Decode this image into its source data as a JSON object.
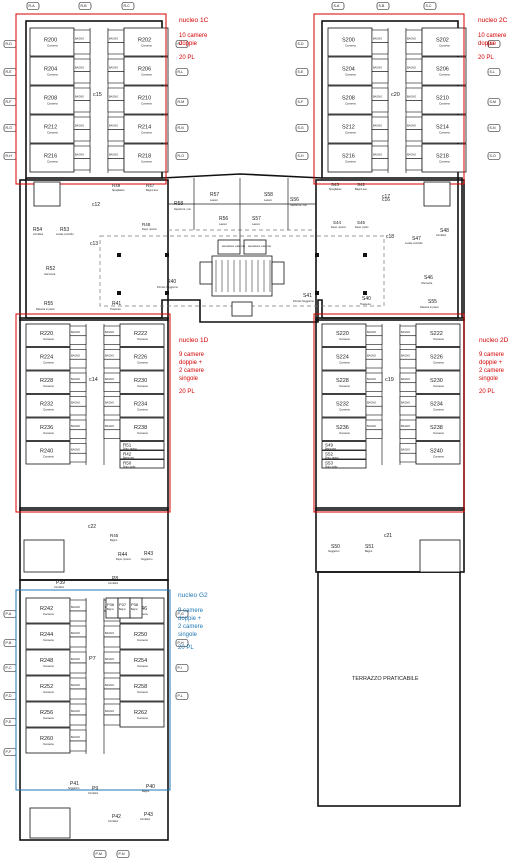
{
  "nuclei": {
    "c1": {
      "name": "nucleo 1C",
      "line1": "10 camere",
      "line2": "doppie",
      "beds": "20 PL"
    },
    "c2": {
      "name": "nucleo 2C",
      "line1": "10 camere",
      "line2": "doppie",
      "beds": "20 PL"
    },
    "d1": {
      "name": "nucleo 1D",
      "line1": "9 camere",
      "line2": "doppie +",
      "line3": "2 camere",
      "line4": "singole",
      "beds": "20 PL"
    },
    "d2": {
      "name": "nucleo 2D",
      "line1": "9 camere",
      "line2": "doppie +",
      "line3": "2 camere",
      "line4": "singole",
      "beds": "20 PL"
    },
    "g2": {
      "name": "nucleo G2",
      "line1": "9 camere",
      "line2": "doppie +",
      "line3": "2 camere",
      "line4": "singole",
      "beds": "20 PL"
    }
  },
  "room_sub": "Camera",
  "bath_label": "BAGNO",
  "terrace": "TERRAZZO PRATICABILE",
  "wing_c1": {
    "left": [
      "R200",
      "R204",
      "R208",
      "R212",
      "R216"
    ],
    "right": [
      "R202",
      "R206",
      "R210",
      "R214",
      "R218"
    ],
    "corridor": "c15"
  },
  "wing_c2": {
    "left": [
      "S200",
      "S204",
      "S208",
      "S212",
      "S216"
    ],
    "right": [
      "S202",
      "S206",
      "S210",
      "S214",
      "S218"
    ],
    "corridor": "c20"
  },
  "wing_d1": {
    "left": [
      "R220",
      "R224",
      "R228",
      "R232",
      "R236",
      "R240"
    ],
    "right": [
      "R222",
      "R226",
      "R230",
      "R234",
      "R238"
    ],
    "corridor": "c14",
    "extra": [
      {
        "code": "R51",
        "sub": "Depo. sporco"
      },
      {
        "code": "R42",
        "sub": "Bagno ass."
      },
      {
        "code": "R50",
        "sub": "Depo. pulito"
      }
    ]
  },
  "wing_d2": {
    "left": [
      "S220",
      "S224",
      "S228",
      "S232",
      "S236"
    ],
    "right": [
      "S222",
      "S226",
      "S230",
      "S234",
      "S238",
      "S240"
    ],
    "corridor": "c19",
    "extra": [
      {
        "code": "S49",
        "sub": "Bagno ass."
      },
      {
        "code": "S52",
        "sub": "Depo. sporco"
      },
      {
        "code": "S53",
        "sub": "Depo. pulito"
      }
    ]
  },
  "wing_g2": {
    "left": [
      "R242",
      "R244",
      "R248",
      "R252",
      "R256",
      "R260"
    ],
    "right": [
      "R246",
      "R250",
      "R254",
      "R258",
      "R262"
    ],
    "corridor": "P7",
    "top": [
      {
        "code": "P36",
        "sub": "Bagno"
      },
      {
        "code": "P37",
        "sub": "Bagno"
      },
      {
        "code": "P38",
        "sub": "Bagno"
      }
    ]
  },
  "center": [
    {
      "code": "R58",
      "sub": "Spazio ist. cuc."
    },
    {
      "code": "R57",
      "sub": "Lavoro"
    },
    {
      "code": "S58",
      "sub": "Lavoro"
    },
    {
      "code": "S56",
      "sub": "Spazio ist. cuc."
    },
    {
      "code": "R56",
      "sub": "Lavoro"
    },
    {
      "code": "S57",
      "sub": "Lavoro"
    },
    {
      "code": "R40",
      "sub": "Piccolo Soggiorno"
    },
    {
      "code": "S41",
      "sub": "Piccolo Soggiorno"
    },
    {
      "code": "R41",
      "sub": "Tisaneria"
    },
    {
      "code": "S40",
      "sub": "Tisaneria"
    }
  ],
  "elevators": [
    "elevatore esterno",
    "elevatore esterno"
  ],
  "service_left": [
    {
      "code": "R49",
      "sub": "Spogliatoio"
    },
    {
      "code": "R47",
      "sub": "Bagno ass."
    },
    {
      "code": "R48",
      "sub": "Depo. sporco"
    },
    {
      "code": "R54",
      "sub": "Corridoio"
    },
    {
      "code": "R53",
      "sub": "Locale controllo"
    },
    {
      "code": "R52",
      "sub": "Infermeria"
    },
    {
      "code": "R55",
      "sub": "Palestra in piano"
    },
    {
      "code": "R45",
      "sub": "Bagno"
    },
    {
      "code": "R44",
      "sub": "Depo. sporco"
    },
    {
      "code": "R43",
      "sub": "Soggiorno"
    }
  ],
  "service_right": [
    {
      "code": "S43",
      "sub": "Spogliatoio"
    },
    {
      "code": "S42",
      "sub": "Bagno ass."
    },
    {
      "code": "S44",
      "sub": "Depo. sporco"
    },
    {
      "code": "S45",
      "sub": "Depo. pulito"
    },
    {
      "code": "S48",
      "sub": "Corridoio"
    },
    {
      "code": "S47",
      "sub": "Locale controllo"
    },
    {
      "code": "S46",
      "sub": "Infermeria"
    },
    {
      "code": "S55",
      "sub": "Palestra in piano"
    },
    {
      "code": "S50",
      "sub": "Soggiorno"
    },
    {
      "code": "S51",
      "sub": "Bagno"
    }
  ],
  "corridors": [
    "c12",
    "c13",
    "c16",
    "c17",
    "c18",
    "c22",
    "c21"
  ],
  "bottom": [
    {
      "code": "P8",
      "sub": "Corridoio"
    },
    {
      "code": "P39",
      "sub": "Corridoio"
    },
    {
      "code": "P41",
      "sub": "Soggiorno"
    },
    {
      "code": "P9",
      "sub": "Corridoio"
    },
    {
      "code": "P40",
      "sub": "Bagno"
    },
    {
      "code": "P42",
      "sub": "Corridoio"
    },
    {
      "code": "P43",
      "sub": "Corridoio"
    }
  ],
  "markers": [
    "R-A",
    "R-B",
    "R-C",
    "R-D",
    "R-E",
    "R-F",
    "R-G",
    "R-H",
    "R-I",
    "R-L",
    "R-M",
    "R-N",
    "R-O",
    "S-A",
    "S-B",
    "S-C",
    "S-D",
    "S-E",
    "S-F",
    "S-G",
    "S-H",
    "S-I",
    "S-L",
    "S-M",
    "S-N",
    "S-O",
    "P-A",
    "P-B",
    "P-C",
    "P-D",
    "P-E",
    "P-F",
    "P-G",
    "P-H",
    "P-I",
    "P-L",
    "P-M",
    "P-N"
  ]
}
